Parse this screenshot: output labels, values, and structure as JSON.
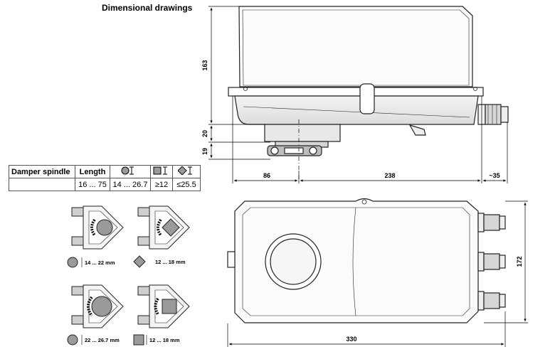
{
  "title": "Dimensional drawings",
  "table": {
    "headers": [
      "Damper spindle",
      "Length",
      "",
      "",
      ""
    ],
    "symbols": [
      "round-spindle-icon",
      "square-spindle-icon",
      "diamond-spindle-icon"
    ],
    "row": [
      "",
      "16 ... 75",
      "14 ... 26.7",
      "≥12",
      "≤25.5"
    ]
  },
  "side_view": {
    "height": "163",
    "d1": "20",
    "d2": "19",
    "w1": "86",
    "w2": "238",
    "w3": "~35"
  },
  "top_view": {
    "width": "330",
    "height": "172"
  },
  "clamps": [
    {
      "label": "14 ... 22 mm",
      "shape": "circle"
    },
    {
      "label": "12 ... 18 mm",
      "shape": "diamond"
    },
    {
      "label": "22 ... 26.7 mm",
      "shape": "circle"
    },
    {
      "label": "12 ... 18 mm",
      "shape": "square"
    }
  ]
}
